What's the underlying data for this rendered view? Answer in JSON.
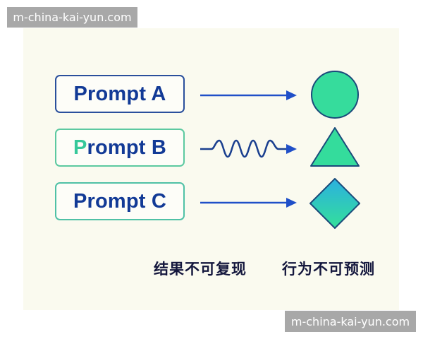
{
  "watermark": {
    "top_text": "m-china-kai-yun.com",
    "bottom_text": "m-china-kai-yun.com"
  },
  "prompts": [
    {
      "label": "Prompt A",
      "first_letter": "P",
      "rest": "rompt A",
      "arrow": "straight",
      "shape": "circle"
    },
    {
      "label": "Prompt B",
      "first_letter": "P",
      "rest": "rompt B",
      "arrow": "wavy",
      "shape": "triangle"
    },
    {
      "label": "Prompt C",
      "first_letter": "P",
      "rest": "rompt C",
      "arrow": "straight",
      "shape": "diamond"
    }
  ],
  "captions": {
    "left": "结果不可复现",
    "right": "行为不可预测"
  },
  "colors": {
    "background_panel": "#fafaef",
    "prompt_text": "#123a96",
    "arrow": "#1f4fc8",
    "shape_fill": "#34dc9c",
    "shape_stroke": "#1a4a7a",
    "diamond_gradient_top": "#2bb0e0",
    "caption": "#14173d"
  }
}
